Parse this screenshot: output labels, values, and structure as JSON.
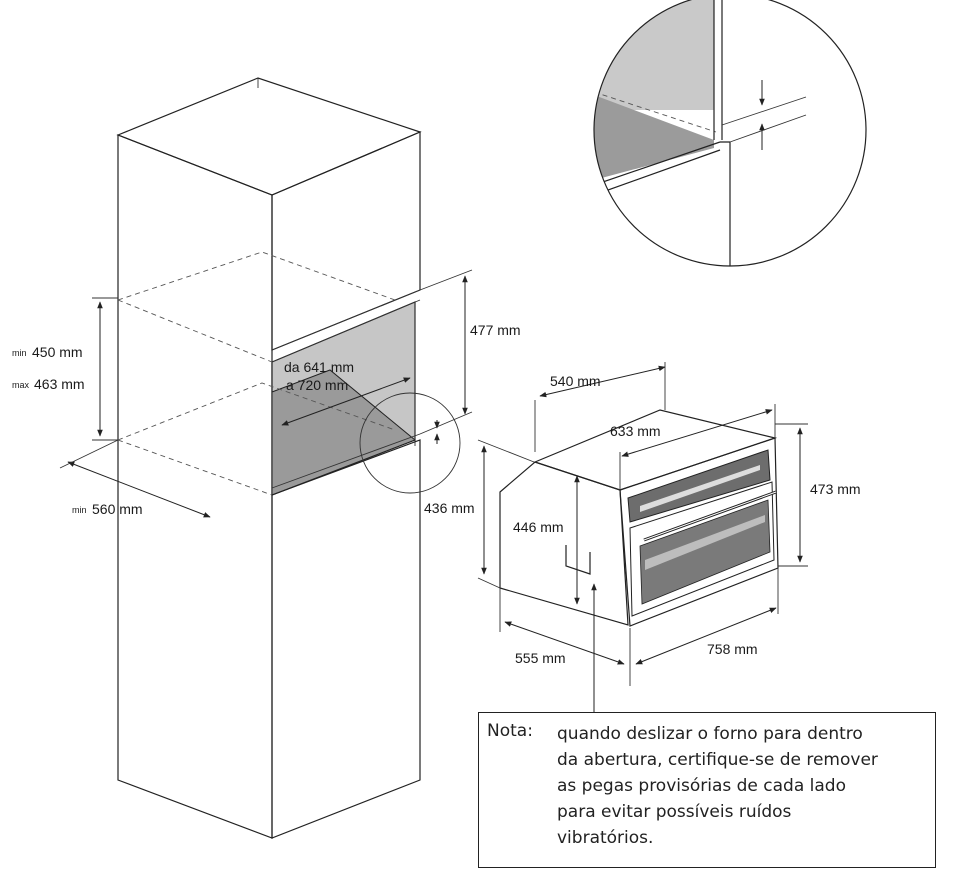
{
  "dimensions": {
    "min_label": "min",
    "max_label": "max",
    "cabinet_height_min": "450 mm",
    "cabinet_height_max": "463 mm",
    "cabinet_width_min": "560 mm",
    "depth_range_line1": "da 641 mm",
    "depth_range_line2": "a 720 mm",
    "opening_height": "477 mm",
    "gap_height": "436 mm",
    "oven_side_depth": "540 mm",
    "oven_total_depth": "633 mm",
    "oven_front_height": "473 mm",
    "oven_body_height": "446 mm",
    "oven_base_depth": "555 mm",
    "oven_width": "758 mm"
  },
  "note": {
    "label": "Nota:",
    "lines": [
      "quando deslizar o forno para dentro",
      "da abertura, certifique-se de remover",
      "as pegas provisórias de cada lado",
      "para evitar possíveis ruídos",
      "vibratórios."
    ]
  }
}
